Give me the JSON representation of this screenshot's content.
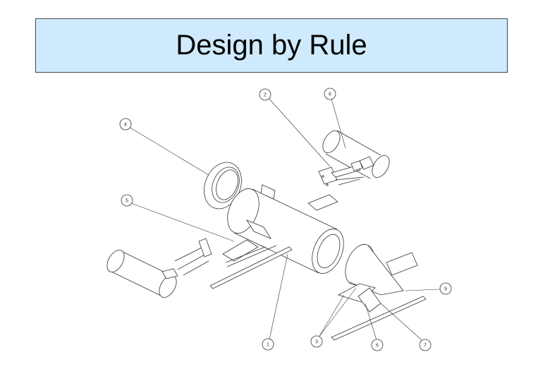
{
  "slide": {
    "title": "Design by Rule",
    "title_bg": "#cfeafc",
    "title_border": "#444444",
    "background": "#ffffff"
  },
  "diagram": {
    "line_color": "#333333",
    "callouts": [
      {
        "id": "c2",
        "label": "2"
      },
      {
        "id": "c8",
        "label": "8"
      },
      {
        "id": "c4",
        "label": "4"
      },
      {
        "id": "c5",
        "label": "5"
      },
      {
        "id": "c9",
        "label": "9"
      },
      {
        "id": "c1",
        "label": "1"
      },
      {
        "id": "c3",
        "label": "3"
      },
      {
        "id": "c6",
        "label": "6"
      },
      {
        "id": "c7",
        "label": "7"
      }
    ]
  }
}
